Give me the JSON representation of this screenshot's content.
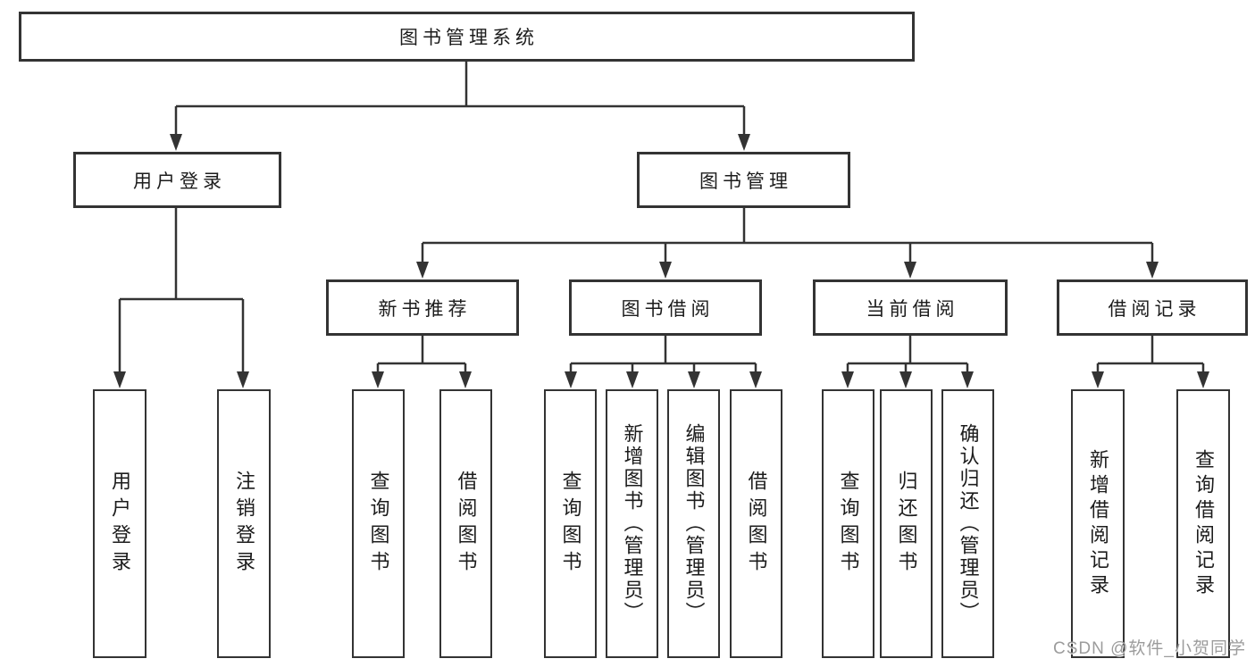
{
  "diagram": {
    "tree": {
      "label": "图书管理系统",
      "children": [
        {
          "label": "用户登录",
          "children": [
            {
              "label": "用户登录"
            },
            {
              "label": "注销登录"
            }
          ]
        },
        {
          "label": "图书管理",
          "children": [
            {
              "label": "新书推荐",
              "children": [
                {
                  "label": "查询图书"
                },
                {
                  "label": "借阅图书"
                }
              ]
            },
            {
              "label": "图书借阅",
              "children": [
                {
                  "label": "查询图书"
                },
                {
                  "label": "新增图书（管理员）"
                },
                {
                  "label": "编辑图书（管理员）"
                },
                {
                  "label": "借阅图书"
                }
              ]
            },
            {
              "label": "当前借阅",
              "children": [
                {
                  "label": "查询图书"
                },
                {
                  "label": "归还图书"
                },
                {
                  "label": "确认归还（管理员）"
                }
              ]
            },
            {
              "label": "借阅记录",
              "children": [
                {
                  "label": "新增借阅记录"
                },
                {
                  "label": "查询借阅记录"
                }
              ]
            }
          ]
        }
      ]
    },
    "colors": {
      "line": "#333333",
      "box_border": "#333333",
      "text": "#1c1c1c",
      "watermark": "#9c9c9c",
      "background": "#ffffff"
    }
  },
  "watermark": {
    "text": "CSDN @软件_小贺同学"
  }
}
